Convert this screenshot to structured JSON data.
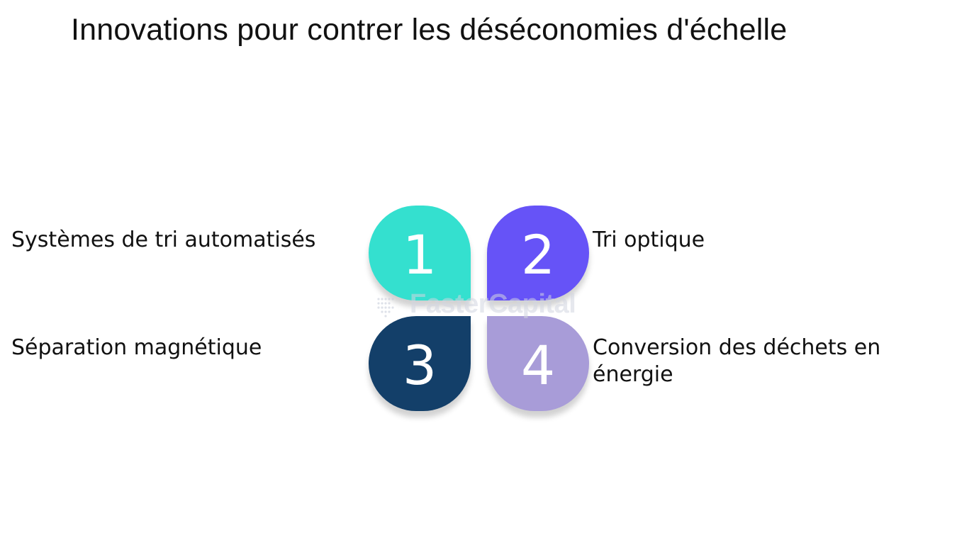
{
  "title": "Innovations pour contrer les déséconomies d'échelle",
  "items": [
    {
      "number": "1",
      "label": "Systèmes de tri automatisés",
      "color": "#34e0cf"
    },
    {
      "number": "2",
      "label": "Tri optique",
      "color": "#6653f7"
    },
    {
      "number": "3",
      "label": "Séparation magnétique",
      "color": "#133f69"
    },
    {
      "number": "4",
      "label": "Conversion des déchets en énergie",
      "color": "#a89cd8"
    }
  ],
  "watermark": {
    "text": "FasterCapital",
    "icon": "fastercapital-logo-icon"
  }
}
